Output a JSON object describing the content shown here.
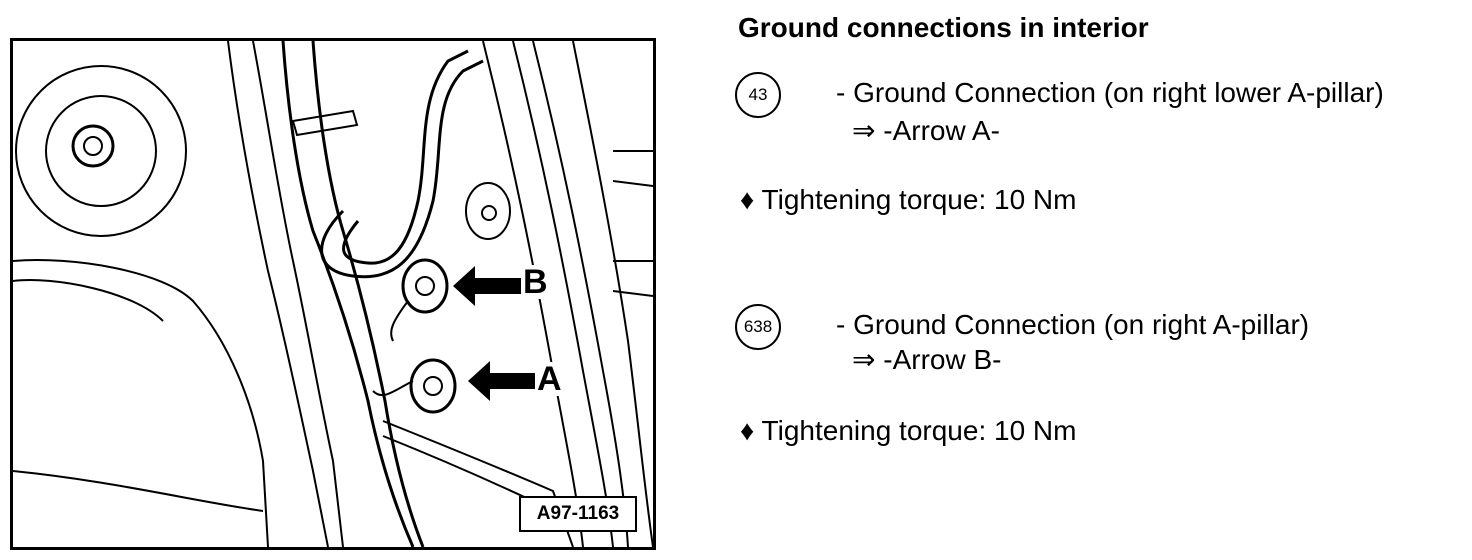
{
  "title": "Ground connections in interior",
  "figure": {
    "code": "A97-1163",
    "arrow_labels": {
      "a": "A",
      "b": "B"
    }
  },
  "items": [
    {
      "badge": "43",
      "description": "- Ground Connection (on right lower A-pillar)",
      "reference": "⇒ -Arrow A-",
      "bullet": "♦ Tightening torque: 10 Nm"
    },
    {
      "badge": "638",
      "description": "- Ground Connection (on right A-pillar)",
      "reference": "⇒ -Arrow B-",
      "bullet": "♦ Tightening torque: 10 Nm"
    }
  ]
}
